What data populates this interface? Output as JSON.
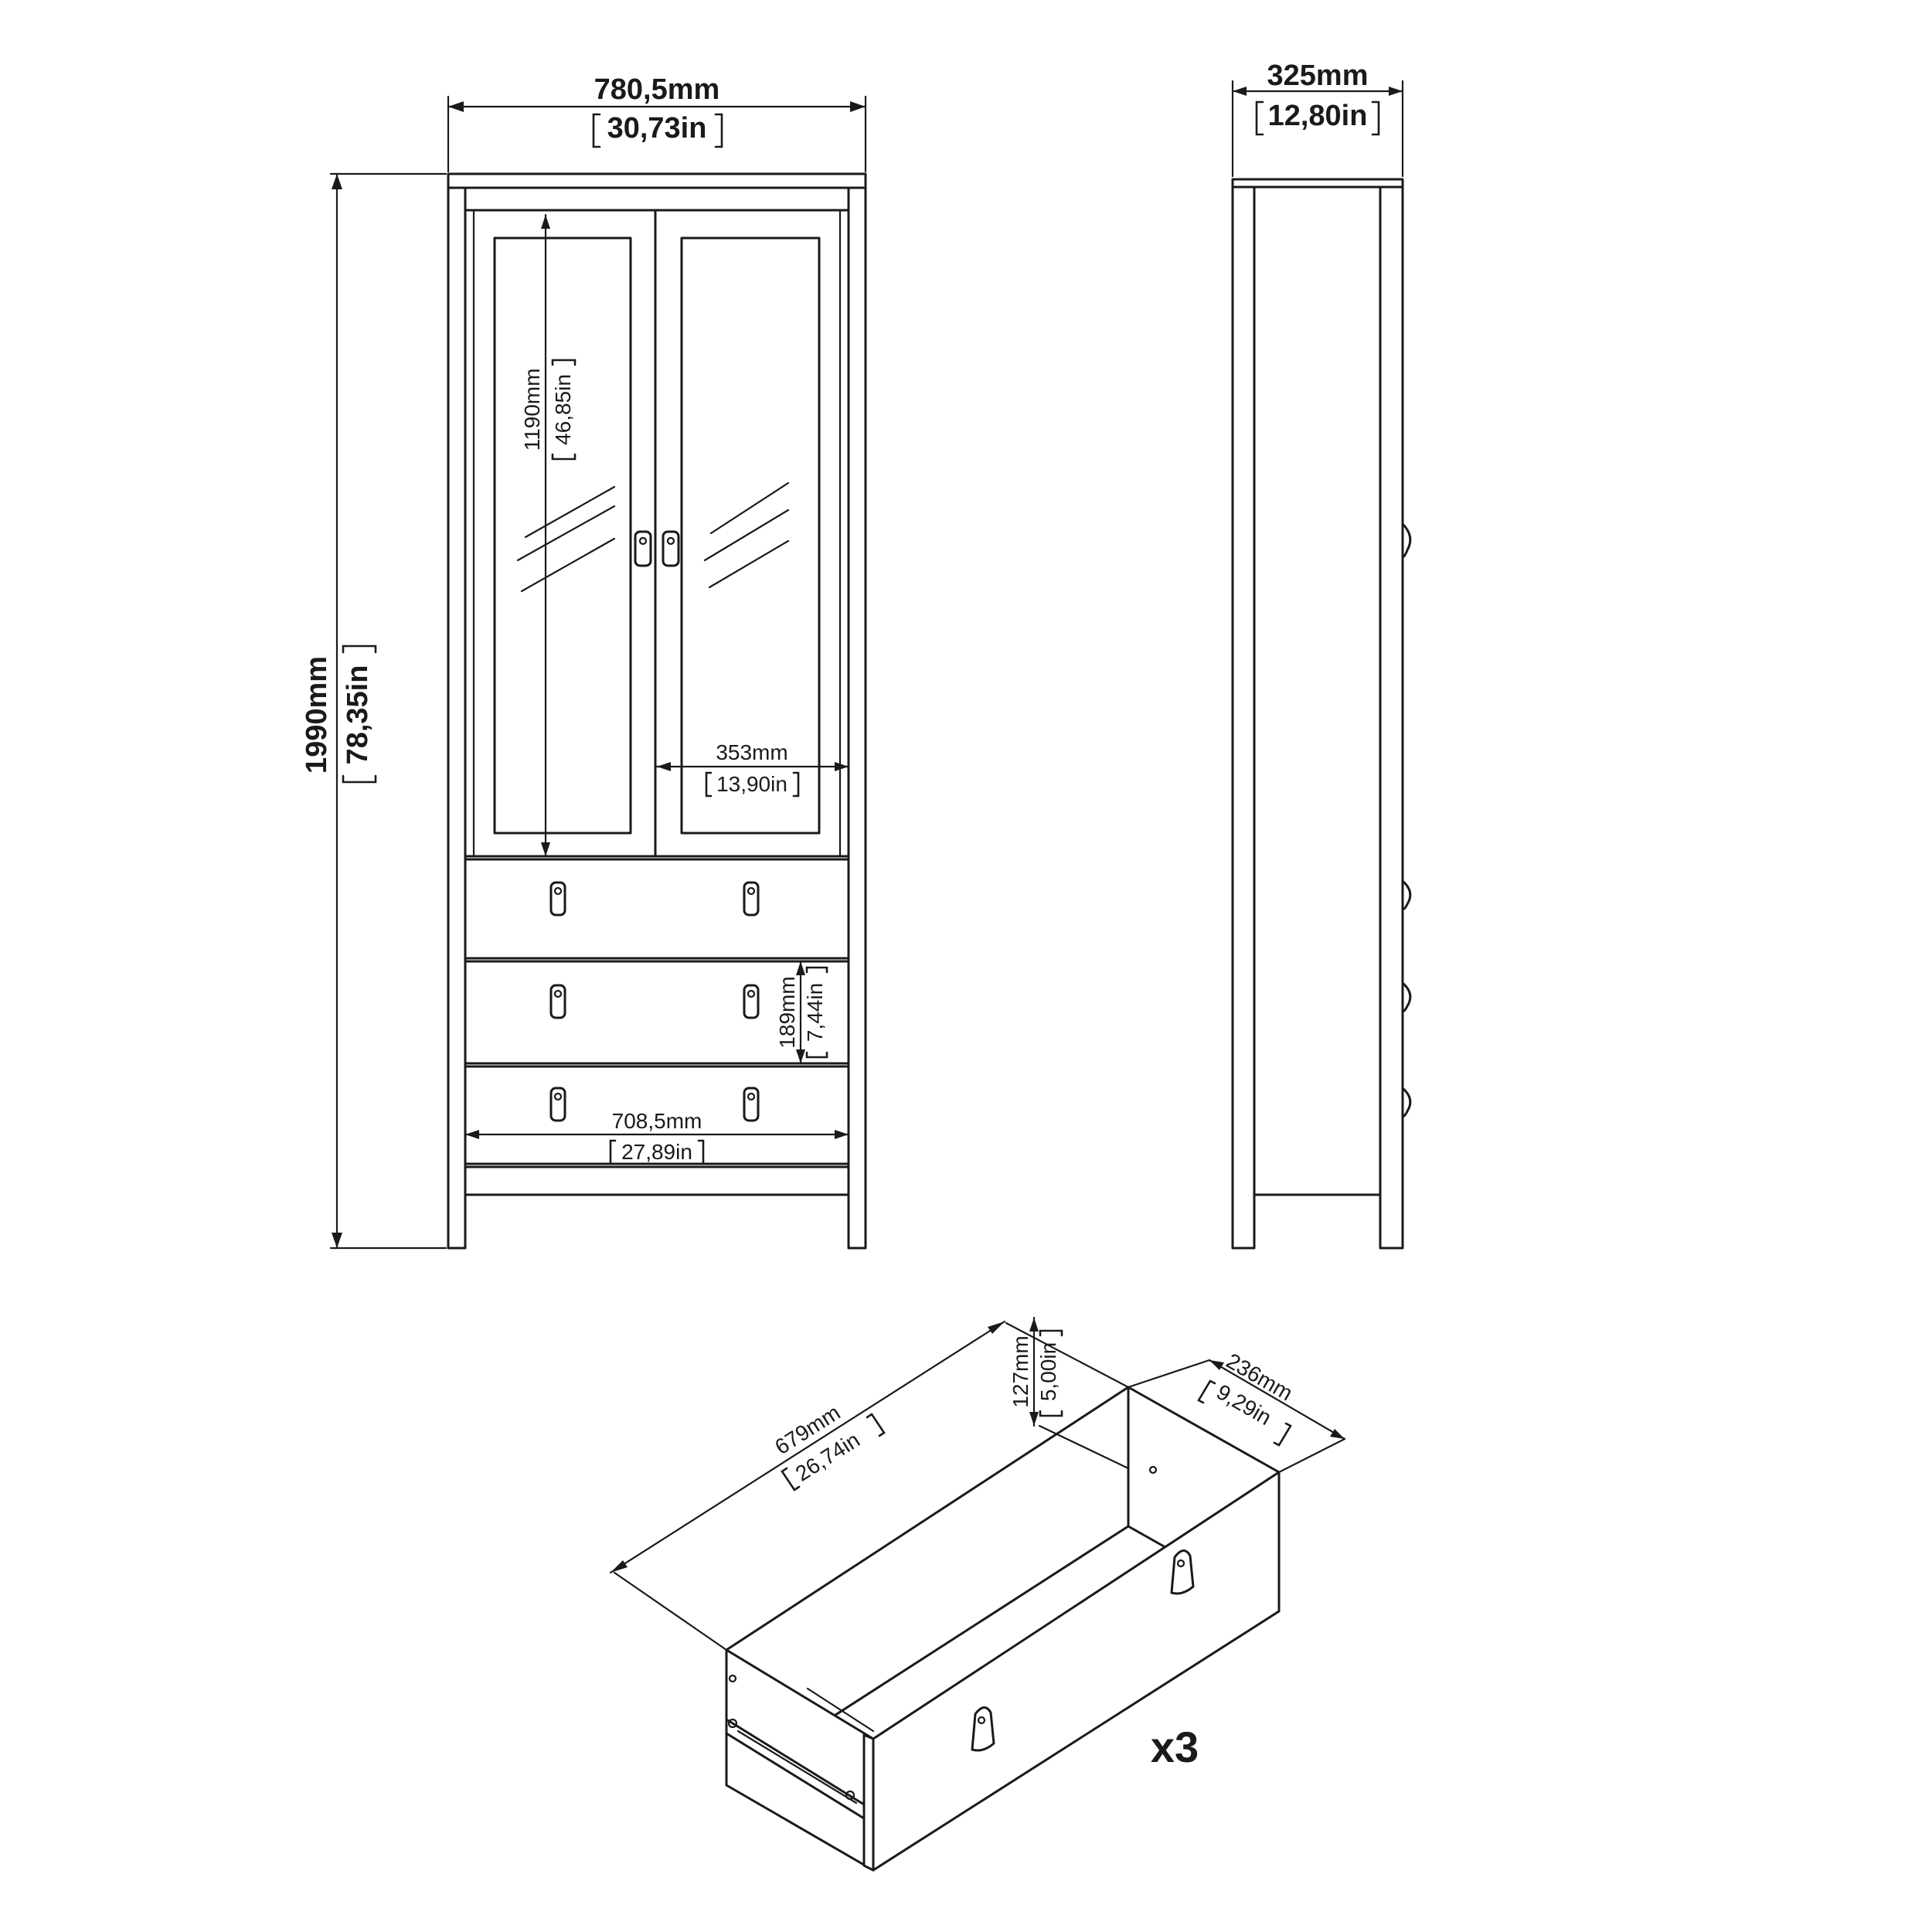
{
  "front_view": {
    "overall_width": {
      "mm": "780,5mm",
      "in": "30,73in"
    },
    "overall_height": {
      "mm": "1990mm",
      "in": "78,35in"
    },
    "glass_height": {
      "mm": "1190mm",
      "in": "46,85in"
    },
    "door_width": {
      "mm": "353mm",
      "in": "13,90in"
    },
    "drawer_height": {
      "mm": "189mm",
      "in": "7,44in"
    },
    "inner_width": {
      "mm": "708,5mm",
      "in": "27,89in"
    }
  },
  "side_view": {
    "depth": {
      "mm": "325mm",
      "in": "12,80in"
    }
  },
  "drawer_detail": {
    "length": {
      "mm": "679mm",
      "in": "26,74in"
    },
    "height": {
      "mm": "127mm",
      "in": "5,00in"
    },
    "depth": {
      "mm": "236mm",
      "in": "9,29in"
    },
    "quantity": "x3"
  }
}
